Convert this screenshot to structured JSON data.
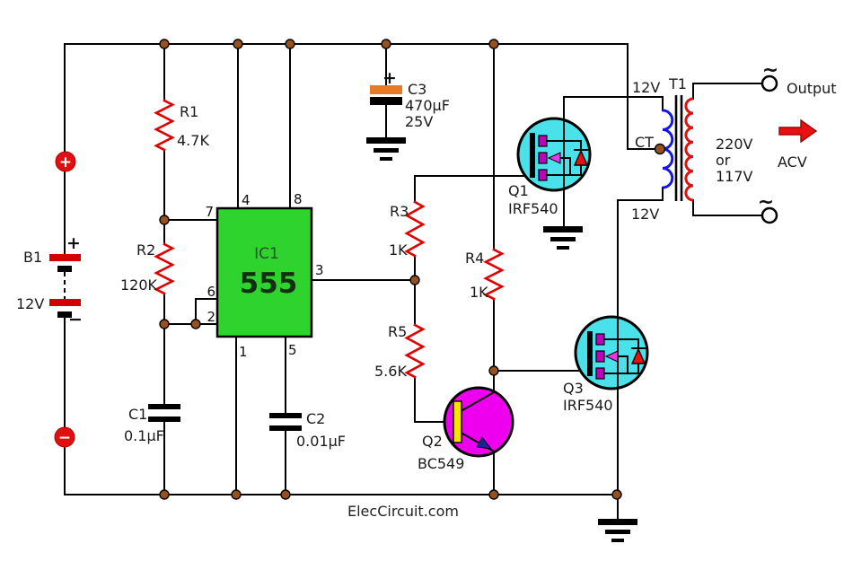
{
  "watermark": "ElecCircuit.com",
  "battery": {
    "ref": "B1",
    "voltage": "12V",
    "plus": "+",
    "minus": "−"
  },
  "resistors": {
    "r1": {
      "ref": "R1",
      "value": "4.7K"
    },
    "r2": {
      "ref": "R2",
      "value": "120K"
    },
    "r3": {
      "ref": "R3",
      "value": "1K"
    },
    "r4": {
      "ref": "R4",
      "value": "1K"
    },
    "r5": {
      "ref": "R5",
      "value": "5.6K"
    }
  },
  "capacitors": {
    "c1": {
      "ref": "C1",
      "value": "0.1µF"
    },
    "c2": {
      "ref": "C2",
      "value": "0.01µF"
    },
    "c3": {
      "ref": "C3",
      "value": "470µF",
      "rating": "25V",
      "polarity": "+"
    }
  },
  "ic1": {
    "ref": "IC1",
    "part": "555",
    "pins": {
      "p1": "1",
      "p2": "2",
      "p3": "3",
      "p4": "4",
      "p5": "5",
      "p6": "6",
      "p7": "7",
      "p8": "8"
    }
  },
  "transistors": {
    "q1": {
      "ref": "Q1",
      "part": "IRF540"
    },
    "q2": {
      "ref": "Q2",
      "part": "BC549"
    },
    "q3": {
      "ref": "Q3",
      "part": "IRF540"
    }
  },
  "transformer": {
    "ref": "T1",
    "primary_top": "12V",
    "center_tap": "CT",
    "primary_bottom": "12V",
    "secondary_v1": "220V",
    "secondary_or": "or",
    "secondary_v2": "117V"
  },
  "output": {
    "label": "Output",
    "signal": "ACV",
    "ac_symbol": "~"
  }
}
